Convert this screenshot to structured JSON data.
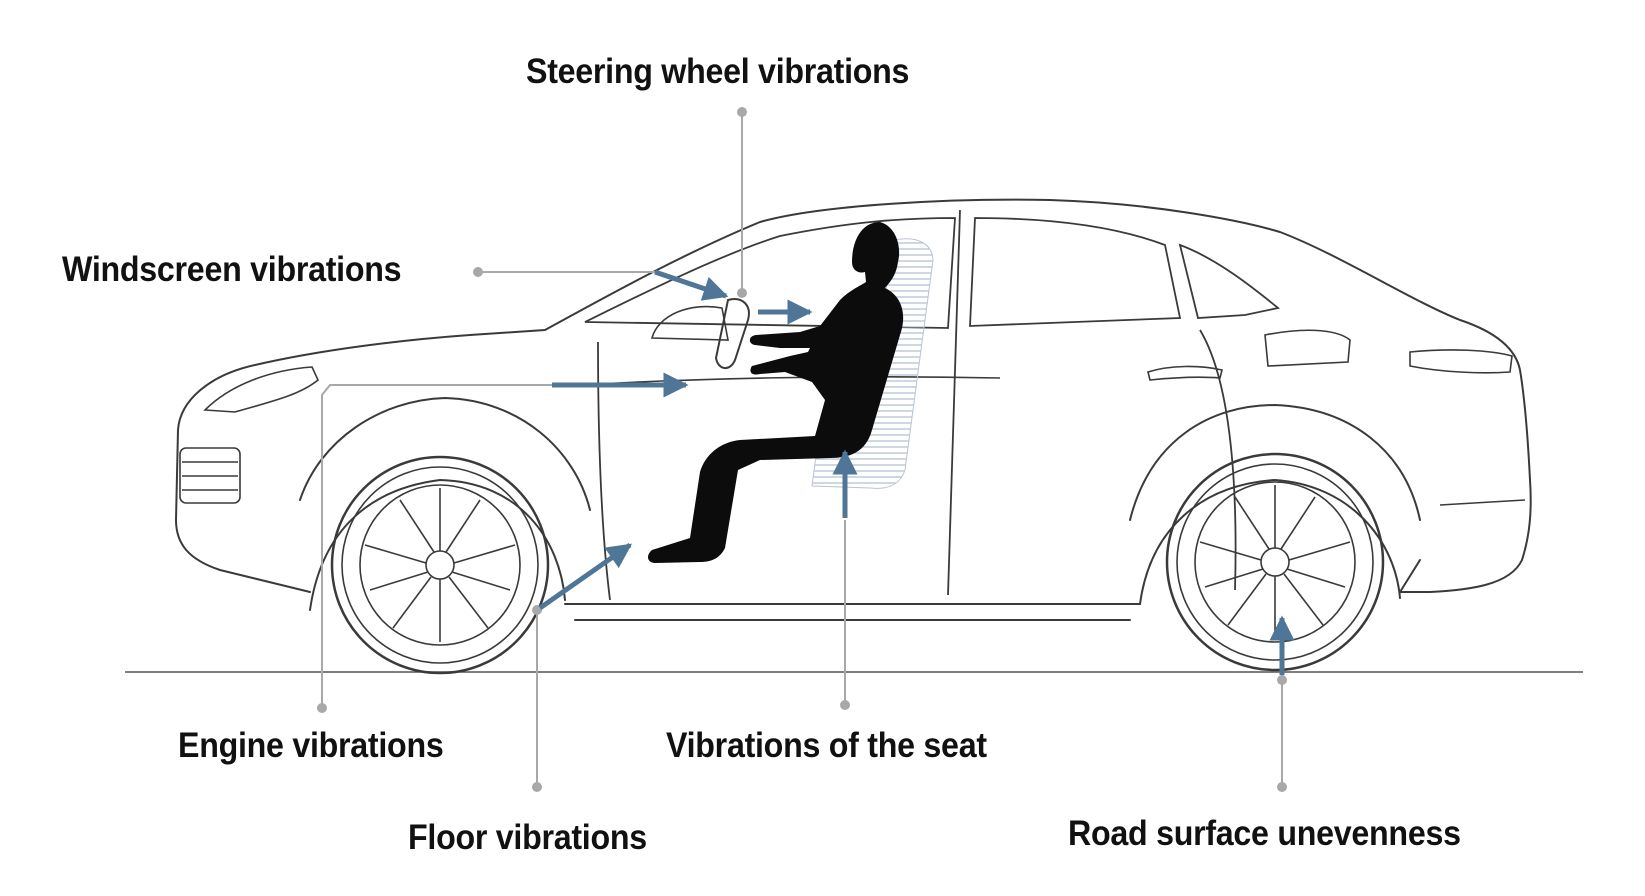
{
  "labels": {
    "steering_wheel": "Steering wheel vibrations",
    "windscreen": "Windscreen vibrations",
    "engine": "Engine vibrations",
    "seat": "Vibrations of the seat",
    "floor": "Floor vibrations",
    "road_surface": "Road surface unevenness"
  },
  "colors": {
    "arrow": "#4f7696",
    "leader_line": "#a8a8a8",
    "car_outline": "#3a3a3a",
    "silhouette": "#0c0c0c",
    "seat_hatch": "#9fb0c4"
  },
  "icons": {
    "vehicle": "suv-coupe-side-view",
    "occupant": "seated-driver-silhouette"
  }
}
